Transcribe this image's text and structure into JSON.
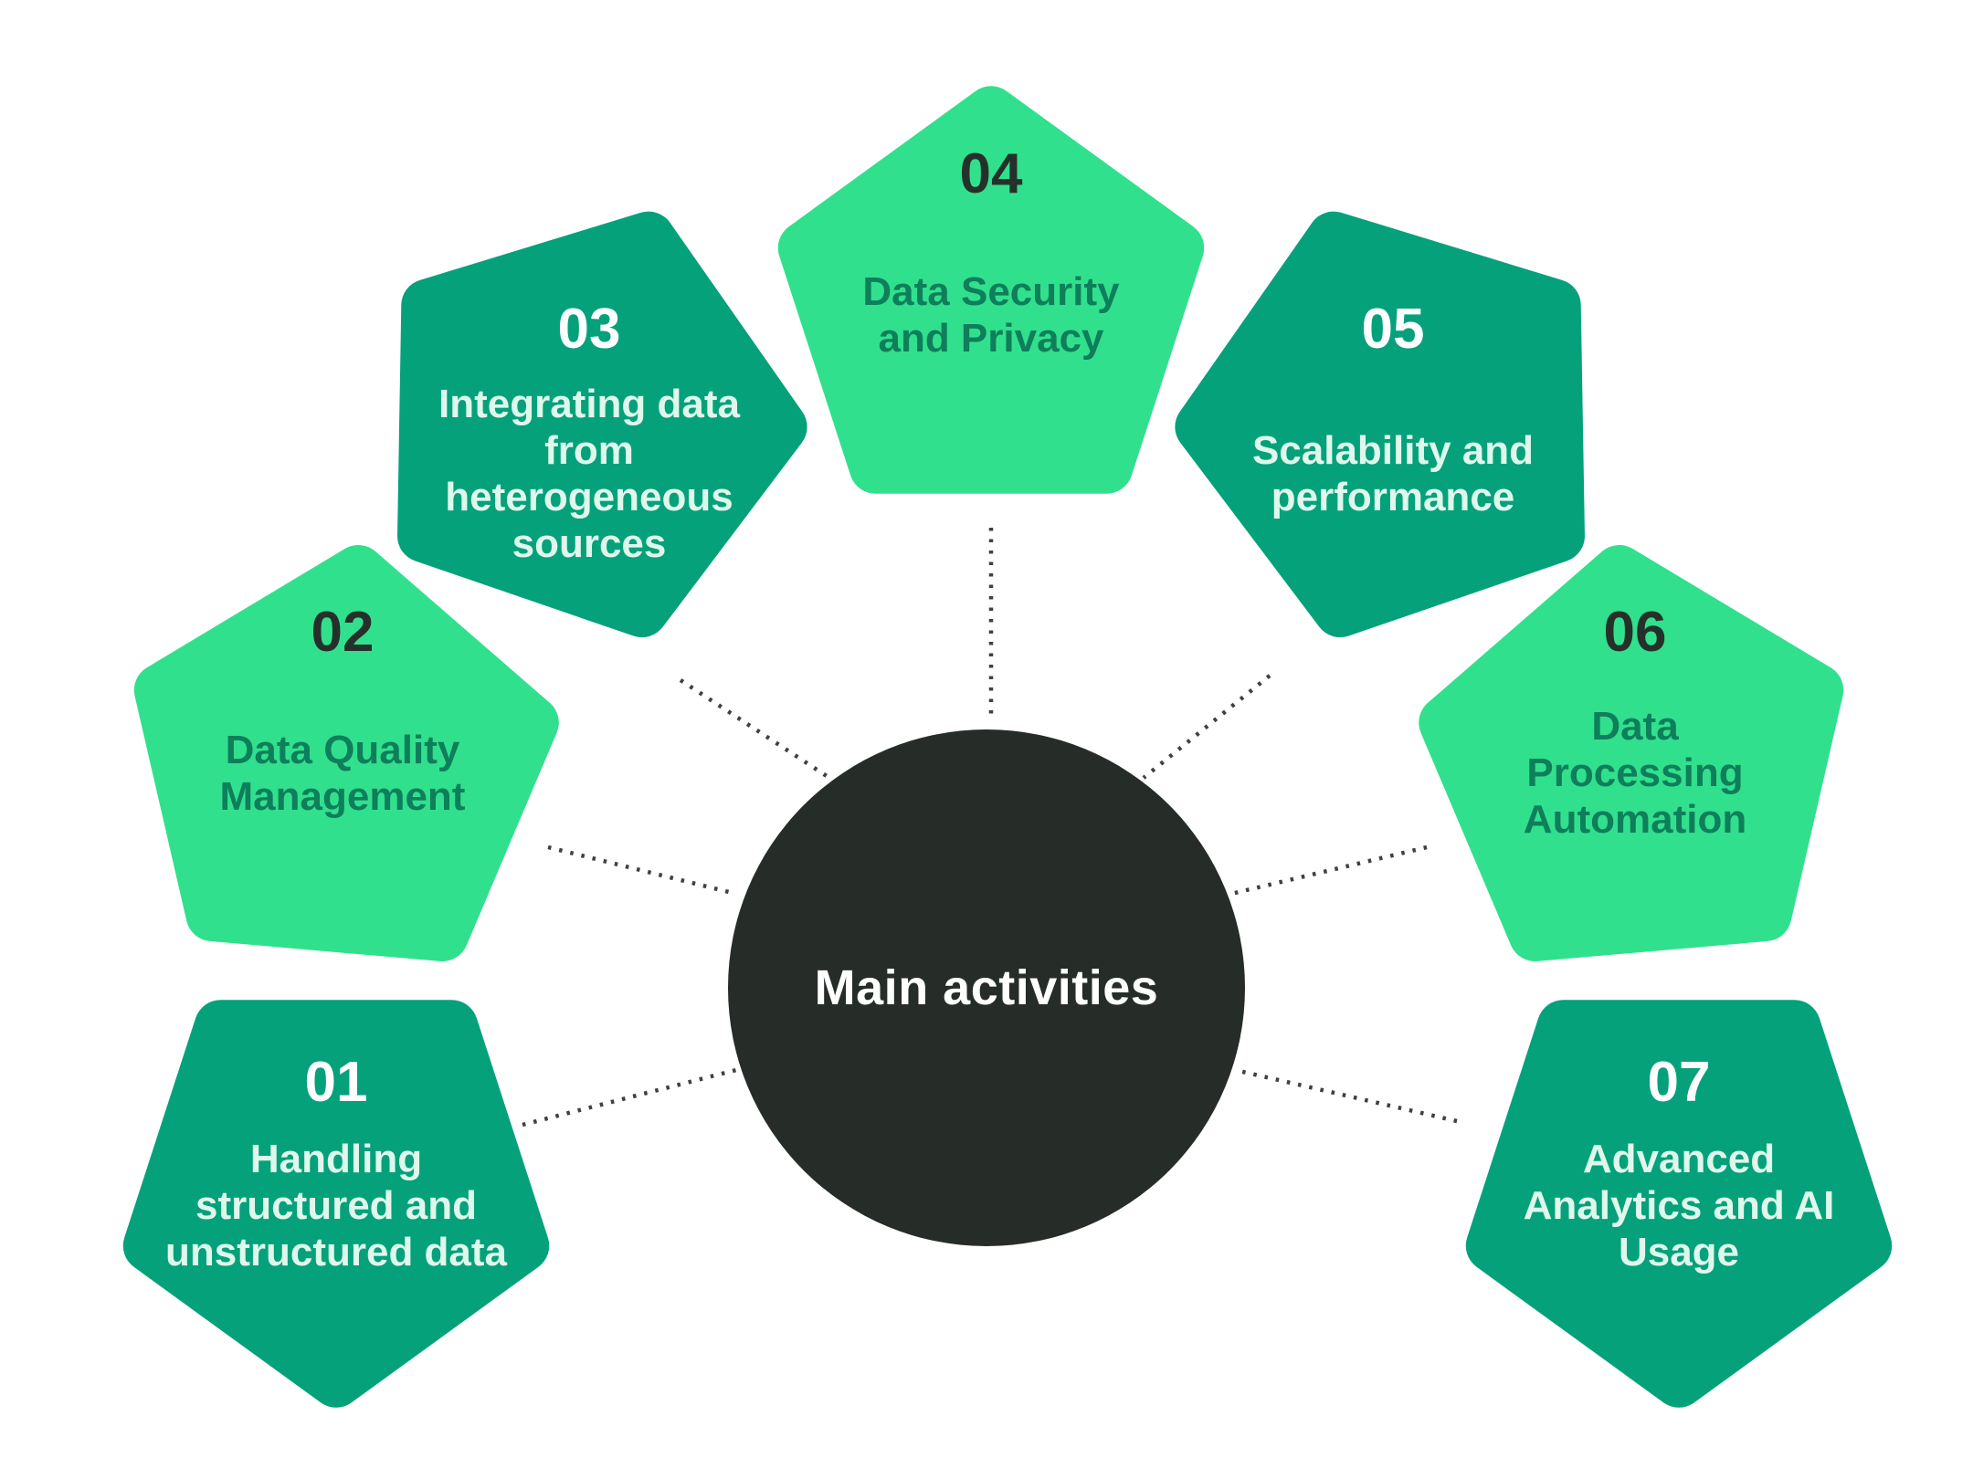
{
  "title": {
    "text": "Main activities"
  },
  "colors": {
    "light": "#31E08D",
    "dark": "#05A17B",
    "circle": "#262C27",
    "light_number": "#25302A",
    "light_label": "#0E7E5B",
    "dark_number": "#FFFFFF",
    "dark_label": "#DFF8EC",
    "dotted": "#3E423E",
    "background": "#FFFFFF"
  },
  "items": [
    {
      "number": "01",
      "label": "Handling\nstructured and\nunstructured data",
      "tone": "dark",
      "orientation": "point-down"
    },
    {
      "number": "02",
      "label": "Data Quality\nManagement",
      "tone": "light",
      "orientation": "point-up"
    },
    {
      "number": "03",
      "label": "Integrating data\nfrom\nheterogeneous\nsources",
      "tone": "dark",
      "orientation": "point-down-tilted"
    },
    {
      "number": "04",
      "label": "Data Security\nand Privacy",
      "tone": "light",
      "orientation": "point-up"
    },
    {
      "number": "05",
      "label": "Scalability and\nperformance",
      "tone": "dark",
      "orientation": "point-down-tilted"
    },
    {
      "number": "06",
      "label": "Data\nProcessing\nAutomation",
      "tone": "light",
      "orientation": "point-up"
    },
    {
      "number": "07",
      "label": "Advanced\nAnalytics and AI\nUsage",
      "tone": "dark",
      "orientation": "point-down"
    }
  ]
}
